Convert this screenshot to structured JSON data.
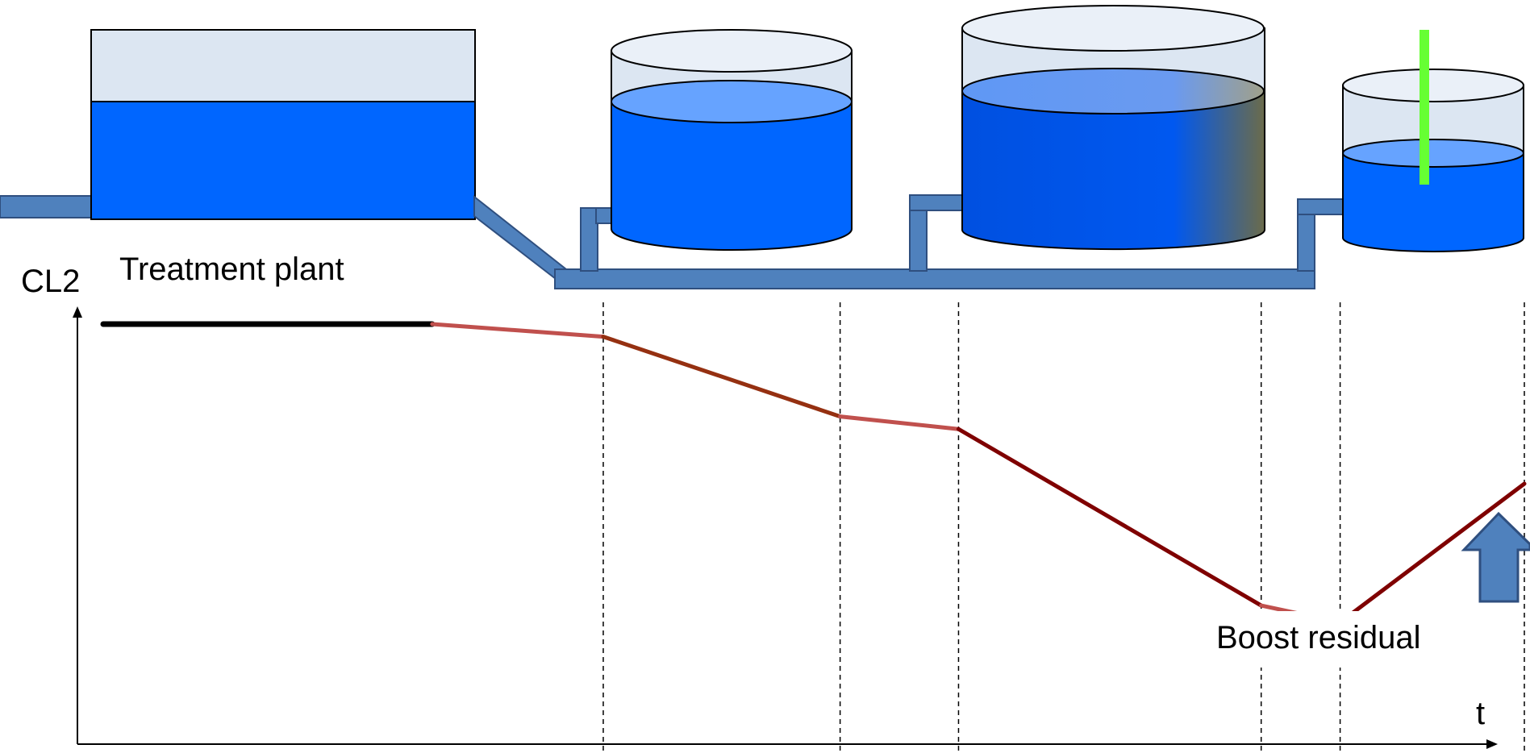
{
  "labels": {
    "y_axis": "CL2",
    "x_axis": "t",
    "plant": "Treatment plant",
    "boost": "Boost residual"
  },
  "colors": {
    "water": "#0066ff",
    "water_surface": "#66a3ff",
    "tank_empty": "#dce6f2",
    "tank_top": "#eaf0f8",
    "pipe": "#4f81bd",
    "pipe_stroke": "#2f4f7f",
    "booster_rod": "#66ff33",
    "arrow": "#4f81bd",
    "axis": "#000000",
    "stages": {
      "plant": "#000000",
      "pipe": "#c0504d",
      "tank": "#953011",
      "distribution": "#7f0000"
    }
  },
  "chart_data": {
    "type": "line",
    "x_label": "t",
    "y_label": "CL2",
    "axis_ticks_shown": false,
    "segments": [
      {
        "stage": "plant",
        "points": [
          [
            0.0,
            1.0
          ],
          [
            0.25,
            1.0
          ]
        ]
      },
      {
        "stage": "pipe",
        "points": [
          [
            0.25,
            1.0
          ],
          [
            0.38,
            0.97
          ]
        ]
      },
      {
        "stage": "tank",
        "points": [
          [
            0.38,
            0.97
          ],
          [
            0.56,
            0.78
          ]
        ]
      },
      {
        "stage": "pipe",
        "points": [
          [
            0.56,
            0.78
          ],
          [
            0.65,
            0.75
          ]
        ]
      },
      {
        "stage": "distribution",
        "points": [
          [
            0.65,
            0.75
          ],
          [
            0.88,
            0.33
          ]
        ]
      },
      {
        "stage": "pipe",
        "points": [
          [
            0.88,
            0.33
          ],
          [
            0.94,
            0.29
          ]
        ]
      },
      {
        "stage": "distribution",
        "points": [
          [
            0.94,
            0.29
          ],
          [
            1.08,
            0.62
          ]
        ]
      }
    ],
    "stage_boundaries_t": [
      0.38,
      0.56,
      0.65,
      0.88,
      0.94,
      1.08
    ]
  }
}
